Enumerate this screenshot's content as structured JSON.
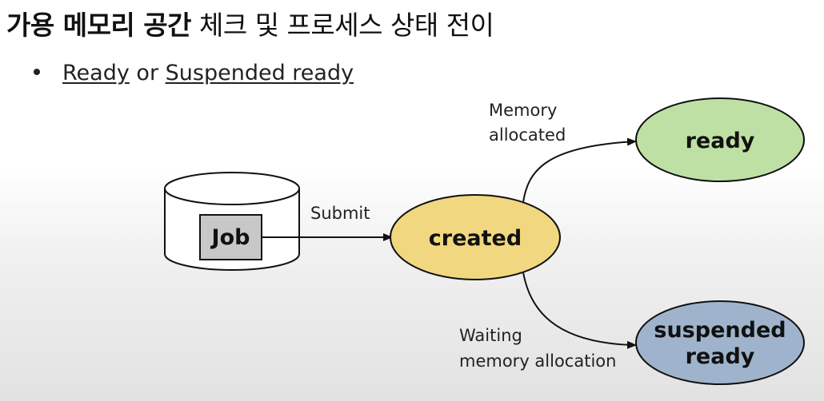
{
  "slide": {
    "title_bold": "가용 메모리 공간",
    "title_rest": "체크 및 프로세스 상태 전이",
    "bullet": {
      "term1": "Ready",
      "conj": "or",
      "term2": "Suspended ready"
    }
  },
  "diagram": {
    "job_label": "Job",
    "edge_submit": "Submit",
    "created_label": "created",
    "edge_alloc_line1": "Memory",
    "edge_alloc_line2": "allocated",
    "ready_label": "ready",
    "edge_wait_line1": "Waiting",
    "edge_wait_line2": "memory allocation",
    "suspended_line1": "suspended",
    "suspended_line2": "ready"
  },
  "colors": {
    "created_fill": "#f1d77f",
    "ready_fill": "#bfe0a4",
    "suspended_fill": "#9fb4cc",
    "job_fill": "#c8c8c8",
    "stroke": "#111111"
  }
}
